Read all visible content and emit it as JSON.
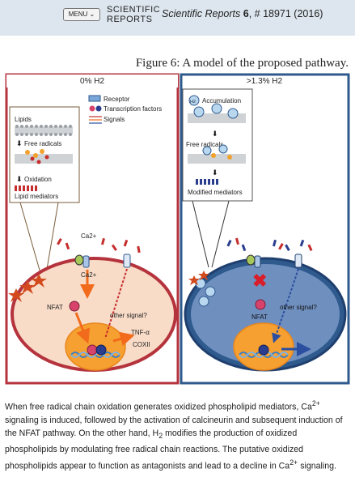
{
  "header": {
    "menu_label": "MENU",
    "logo_line1": "SCIENTIFIC",
    "logo_line2": "REPORTS",
    "journal_name": "Scientific Reports",
    "volume": "6",
    "article_ref": ", # 18971 (2016)"
  },
  "figure": {
    "title": "Figure 6: A model of the proposed pathway.",
    "left_panel": {
      "title": "0% H2",
      "inset": {
        "lipids": "Lipids",
        "free_radicals": "Free radicals",
        "oxidation": "Oxidation",
        "lipid_mediators": "Lipid mediators"
      },
      "ca_outside": "Ca2+",
      "ca_inside": "Ca2+",
      "nfat": "NFAT",
      "other_signal": "other signal?",
      "tnf": "TNF-α",
      "cox": "COXII"
    },
    "legend": {
      "receptor": "Receptor",
      "transcription_factors": "Transcription factors",
      "signals": "Signals"
    },
    "right_panel": {
      "title": ">1.3% H2",
      "inset": {
        "accumulation": "Accumulation",
        "free_radicals": "Free radicals",
        "modified_mediators": "Modified mediators"
      },
      "h2_label": "H2",
      "nfat": "NFAT",
      "other_signal": "other signal?"
    },
    "colors": {
      "left_border": "#b5333c",
      "right_border": "#2f5a8e",
      "left_cell": "#f8dcc8",
      "right_cell": "#2f5a8e",
      "nucleus": "#f6a031",
      "arrow_orange": "#f26a1b"
    }
  },
  "caption": {
    "p1": "When free radical chain oxidation generates oxidized phospholipid mediators, Ca",
    "sup1": "2+",
    "p2": " signaling is induced, followed by the activation of calcineurin and subsequent induction of the NFAT pathway. On the other hand, H",
    "sub1": "2",
    "p3": " modifies the production of oxidized phospholipids by modulating free radical chain reactions. The putative oxidized phospholipids appear to function as antagonists and lead to a decline in Ca",
    "sup2": "2+",
    "p4": " signaling."
  }
}
